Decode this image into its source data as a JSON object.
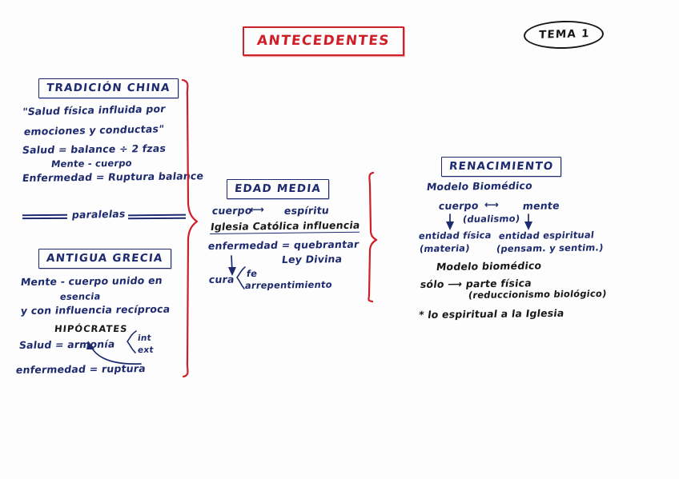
{
  "page": {
    "title": "ANTECEDENTES",
    "topic_badge": "TEMA 1",
    "ink_colors": {
      "blue": "#1d2a6e",
      "red": "#cf1f28",
      "black": "#17181a"
    },
    "background": "#fdfdfd"
  },
  "sections": {
    "tradicion_china": {
      "header": "TRADICIÓN CHINA",
      "lines": [
        "\"Salud física influida por",
        "emociones y conductas\"",
        "Salud = balance ÷ 2 fzas",
        "Mente - cuerpo",
        "Enfermedad = Ruptura balance"
      ]
    },
    "paralelas": {
      "label": "paralelas"
    },
    "antigua_grecia": {
      "header": "ANTIGUA GRECIA",
      "lines": [
        "Mente - cuerpo unido en",
        "esencia",
        "y con influencia recíproca"
      ],
      "subheader": "HIPÓCRATES",
      "formula_left": "Salud = armonía",
      "formula_branch_top": "int",
      "formula_branch_bottom": "ext",
      "formula_last": "enfermedad = ruptura"
    },
    "edad_media": {
      "header": "EDAD MEDIA",
      "relation_left": "cuerpo",
      "relation_arrow": "⟷",
      "relation_right": "espíritu",
      "underlined_line": "Iglesia Católica influencia",
      "illness_line": "enfermedad = quebrantar",
      "illness_line2": "Ley Divina",
      "cure_label": "cura",
      "cure_branch_top": "fe",
      "cure_branch_bottom": "arrepentimiento"
    },
    "renacimiento": {
      "header": "RENACIMIENTO",
      "model_line": "Modelo Biomédico",
      "relation_left": "cuerpo",
      "relation_arrow": "⟷",
      "relation_right": "mente",
      "dualism": "(dualismo)",
      "entity_left": "entidad física",
      "entity_left_sub": "(materia)",
      "entity_right": "entidad espiritual",
      "entity_right_sub": "(pensam. y sentim.)",
      "model_line2": "Modelo biomédico",
      "only_line": "sólo ⟶ parte física",
      "only_line_sub": "(reduccionismo biológico)",
      "note_line": "* lo espiritual a la Iglesia"
    }
  }
}
